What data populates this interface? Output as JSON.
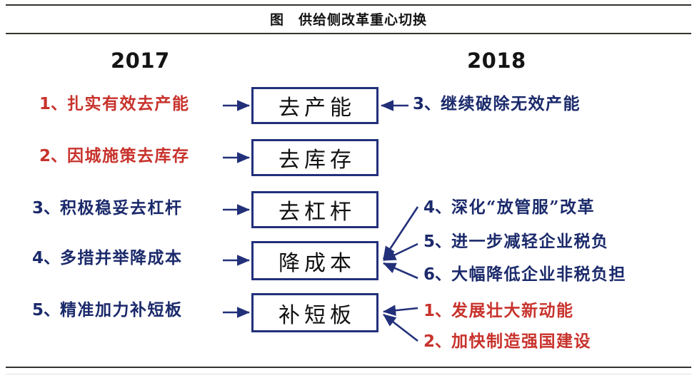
{
  "title": "图　供给侧改革重心切换",
  "colors": {
    "red": "#c8322c",
    "navy": "#1b2a6b",
    "box_border": "#22307a",
    "rule": "#33332f",
    "box_text": "#101010"
  },
  "columns": {
    "left_year": "2017",
    "right_year": "2018"
  },
  "left_items": [
    {
      "num": "1、",
      "text": "扎实有效去产能",
      "color": "red"
    },
    {
      "num": "2、",
      "text": "因城施策去库存",
      "color": "red"
    },
    {
      "num": "3、",
      "text": "积极稳妥去杠杆",
      "color": "navy"
    },
    {
      "num": "4、",
      "text": "多措并举降成本",
      "color": "navy"
    },
    {
      "num": "5、",
      "text": "精准加力补短板",
      "color": "navy"
    }
  ],
  "boxes": [
    {
      "label": "去产能"
    },
    {
      "label": "去库存"
    },
    {
      "label": "去杠杆"
    },
    {
      "label": "降成本"
    },
    {
      "label": "补短板"
    }
  ],
  "right_items": [
    {
      "num": "3、",
      "text": "继续破除无效产能",
      "color": "navy",
      "target": "去产能"
    },
    {
      "num": "4、",
      "text": "深化“放管服”改革",
      "color": "navy",
      "target": "降成本"
    },
    {
      "num": "5、",
      "text": "进一步减轻企业税负",
      "color": "navy",
      "target": "降成本"
    },
    {
      "num": "6、",
      "text": "大幅降低企业非税负担",
      "color": "navy",
      "target": "降成本"
    },
    {
      "num": "1、",
      "text": "发展壮大新动能",
      "color": "red",
      "target": "补短板"
    },
    {
      "num": "2、",
      "text": "加快制造强国建设",
      "color": "red",
      "target": "补短板"
    }
  ]
}
